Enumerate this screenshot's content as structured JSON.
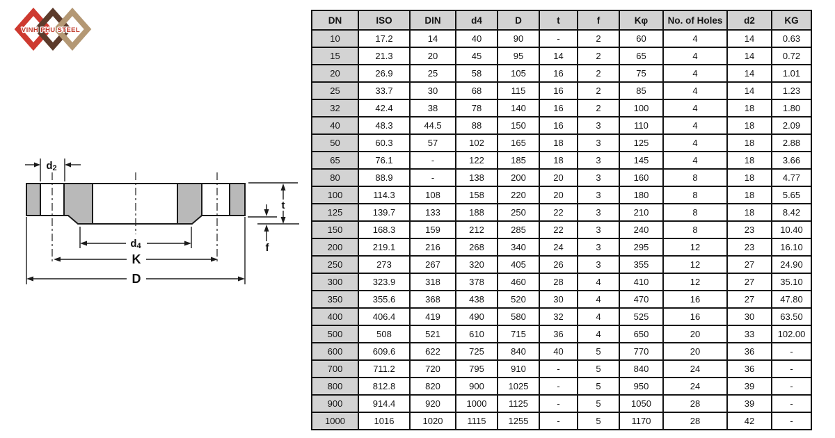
{
  "logo": {
    "text": "VINH PHU STEEL",
    "colors": {
      "red": "#ce3a30",
      "brown": "#5d3b2b",
      "tan": "#b49874",
      "text": "#c0392b"
    }
  },
  "drawing": {
    "labels": {
      "d2": {
        "main": "d",
        "sub": "2"
      },
      "d4": {
        "main": "d",
        "sub": "4"
      },
      "K": "K",
      "D": "D",
      "t": "t",
      "f": "f"
    }
  },
  "table": {
    "columns": [
      "DN",
      "ISO",
      "DIN",
      "d4",
      "D",
      "t",
      "f",
      "Kφ",
      "No. of Holes",
      "d2",
      "KG"
    ],
    "rows": [
      [
        "10",
        "17.2",
        "14",
        "40",
        "90",
        "-",
        "2",
        "60",
        "4",
        "14",
        "0.63"
      ],
      [
        "15",
        "21.3",
        "20",
        "45",
        "95",
        "14",
        "2",
        "65",
        "4",
        "14",
        "0.72"
      ],
      [
        "20",
        "26.9",
        "25",
        "58",
        "105",
        "16",
        "2",
        "75",
        "4",
        "14",
        "1.01"
      ],
      [
        "25",
        "33.7",
        "30",
        "68",
        "115",
        "16",
        "2",
        "85",
        "4",
        "14",
        "1.23"
      ],
      [
        "32",
        "42.4",
        "38",
        "78",
        "140",
        "16",
        "2",
        "100",
        "4",
        "18",
        "1.80"
      ],
      [
        "40",
        "48.3",
        "44.5",
        "88",
        "150",
        "16",
        "3",
        "110",
        "4",
        "18",
        "2.09"
      ],
      [
        "50",
        "60.3",
        "57",
        "102",
        "165",
        "18",
        "3",
        "125",
        "4",
        "18",
        "2.88"
      ],
      [
        "65",
        "76.1",
        "-",
        "122",
        "185",
        "18",
        "3",
        "145",
        "4",
        "18",
        "3.66"
      ],
      [
        "80",
        "88.9",
        "-",
        "138",
        "200",
        "20",
        "3",
        "160",
        "8",
        "18",
        "4.77"
      ],
      [
        "100",
        "114.3",
        "108",
        "158",
        "220",
        "20",
        "3",
        "180",
        "8",
        "18",
        "5.65"
      ],
      [
        "125",
        "139.7",
        "133",
        "188",
        "250",
        "22",
        "3",
        "210",
        "8",
        "18",
        "8.42"
      ],
      [
        "150",
        "168.3",
        "159",
        "212",
        "285",
        "22",
        "3",
        "240",
        "8",
        "23",
        "10.40"
      ],
      [
        "200",
        "219.1",
        "216",
        "268",
        "340",
        "24",
        "3",
        "295",
        "12",
        "23",
        "16.10"
      ],
      [
        "250",
        "273",
        "267",
        "320",
        "405",
        "26",
        "3",
        "355",
        "12",
        "27",
        "24.90"
      ],
      [
        "300",
        "323.9",
        "318",
        "378",
        "460",
        "28",
        "4",
        "410",
        "12",
        "27",
        "35.10"
      ],
      [
        "350",
        "355.6",
        "368",
        "438",
        "520",
        "30",
        "4",
        "470",
        "16",
        "27",
        "47.80"
      ],
      [
        "400",
        "406.4",
        "419",
        "490",
        "580",
        "32",
        "4",
        "525",
        "16",
        "30",
        "63.50"
      ],
      [
        "500",
        "508",
        "521",
        "610",
        "715",
        "36",
        "4",
        "650",
        "20",
        "33",
        "102.00"
      ],
      [
        "600",
        "609.6",
        "622",
        "725",
        "840",
        "40",
        "5",
        "770",
        "20",
        "36",
        "-"
      ],
      [
        "700",
        "711.2",
        "720",
        "795",
        "910",
        "-",
        "5",
        "840",
        "24",
        "36",
        "-"
      ],
      [
        "800",
        "812.8",
        "820",
        "900",
        "1025",
        "-",
        "5",
        "950",
        "24",
        "39",
        "-"
      ],
      [
        "900",
        "914.4",
        "920",
        "1000",
        "1125",
        "-",
        "5",
        "1050",
        "28",
        "39",
        "-"
      ],
      [
        "1000",
        "1016",
        "1020",
        "1115",
        "1255",
        "-",
        "5",
        "1170",
        "28",
        "42",
        "-"
      ]
    ]
  }
}
